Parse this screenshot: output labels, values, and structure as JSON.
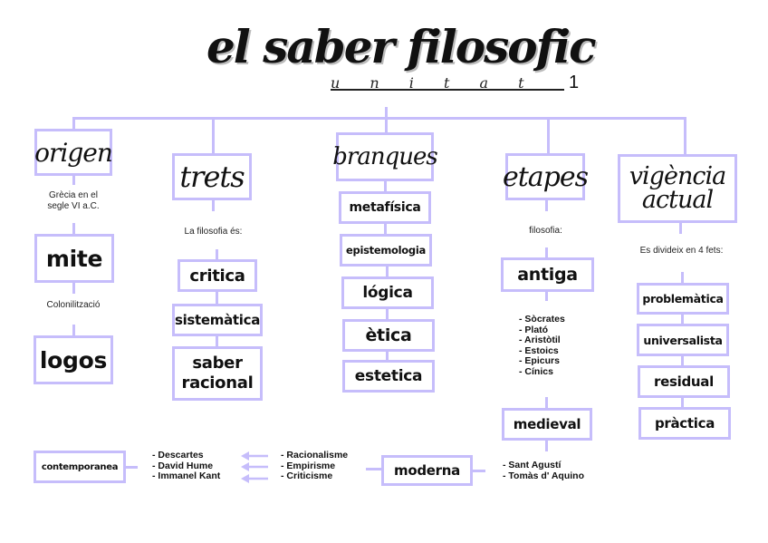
{
  "title": {
    "main": "el saber filosofic",
    "subtitle": "u n i t a t",
    "number": "1"
  },
  "colors": {
    "connector": "#c6bdfb",
    "text": "#111111"
  },
  "origen": {
    "heading": "origen",
    "note1": "Grècia en el segle VI a.C.",
    "box1": "mite",
    "note2": "Colonilització",
    "box2": "logos"
  },
  "trets": {
    "heading": "trets",
    "note": "La filosofia és:",
    "items": [
      "critica",
      "sistemàtica",
      "saber racional"
    ]
  },
  "branques": {
    "heading": "branques",
    "items": [
      "metafísica",
      "epistemologia",
      "lógica",
      "ètica",
      "estetica"
    ]
  },
  "etapes": {
    "heading": "etapes",
    "note": "filosofia:",
    "antiga": {
      "label": "antiga",
      "authors": [
        "Sòcrates",
        "Plató",
        "Aristòtil",
        "Estoics",
        "Epicurs",
        "Cínics"
      ]
    },
    "medieval": {
      "label": "medieval",
      "authors": [
        "Sant Agustí",
        "Tomàs d' Aquino"
      ]
    },
    "moderna": {
      "label": "moderna",
      "currents": [
        "Racionalisme",
        "Empirisme",
        "Criticisme"
      ]
    },
    "contemporanea": {
      "label": "contemporanea",
      "authors": [
        "Descartes",
        "David Hume",
        "Immanel Kant"
      ]
    }
  },
  "vigencia": {
    "heading": "vigència actual",
    "note": "Es divideix en 4 fets:",
    "items": [
      "problemàtica",
      "universalista",
      "residual",
      "pràctica"
    ]
  }
}
